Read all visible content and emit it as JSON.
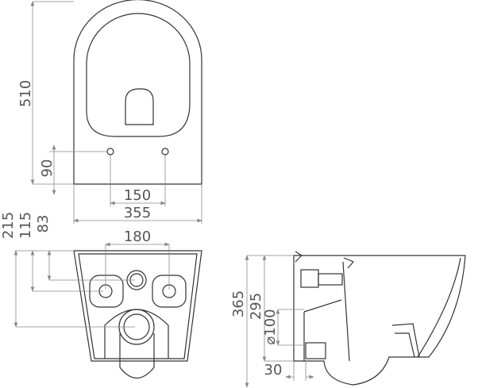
{
  "diagram": {
    "type": "technical drawing",
    "subject": "wall-hung toilet dimensions",
    "units": "mm",
    "views": {
      "top": {
        "dimensions": {
          "length": "510",
          "fixing_from_back": "90",
          "fixing_spacing": "150",
          "width": "355"
        }
      },
      "rear": {
        "dimensions": {
          "waste_height": "215",
          "fixing_height": "115",
          "inlet_height": "83",
          "fixing_spacing": "180"
        }
      },
      "side": {
        "dimensions": {
          "overall_height": "365",
          "outlet_height": "295",
          "outlet_diameter": "⌀100",
          "outlet_offset": "30"
        }
      }
    },
    "colors": {
      "line": "#333333",
      "dim_line": "#888888",
      "text": "#555555",
      "background": "#ffffff"
    }
  }
}
